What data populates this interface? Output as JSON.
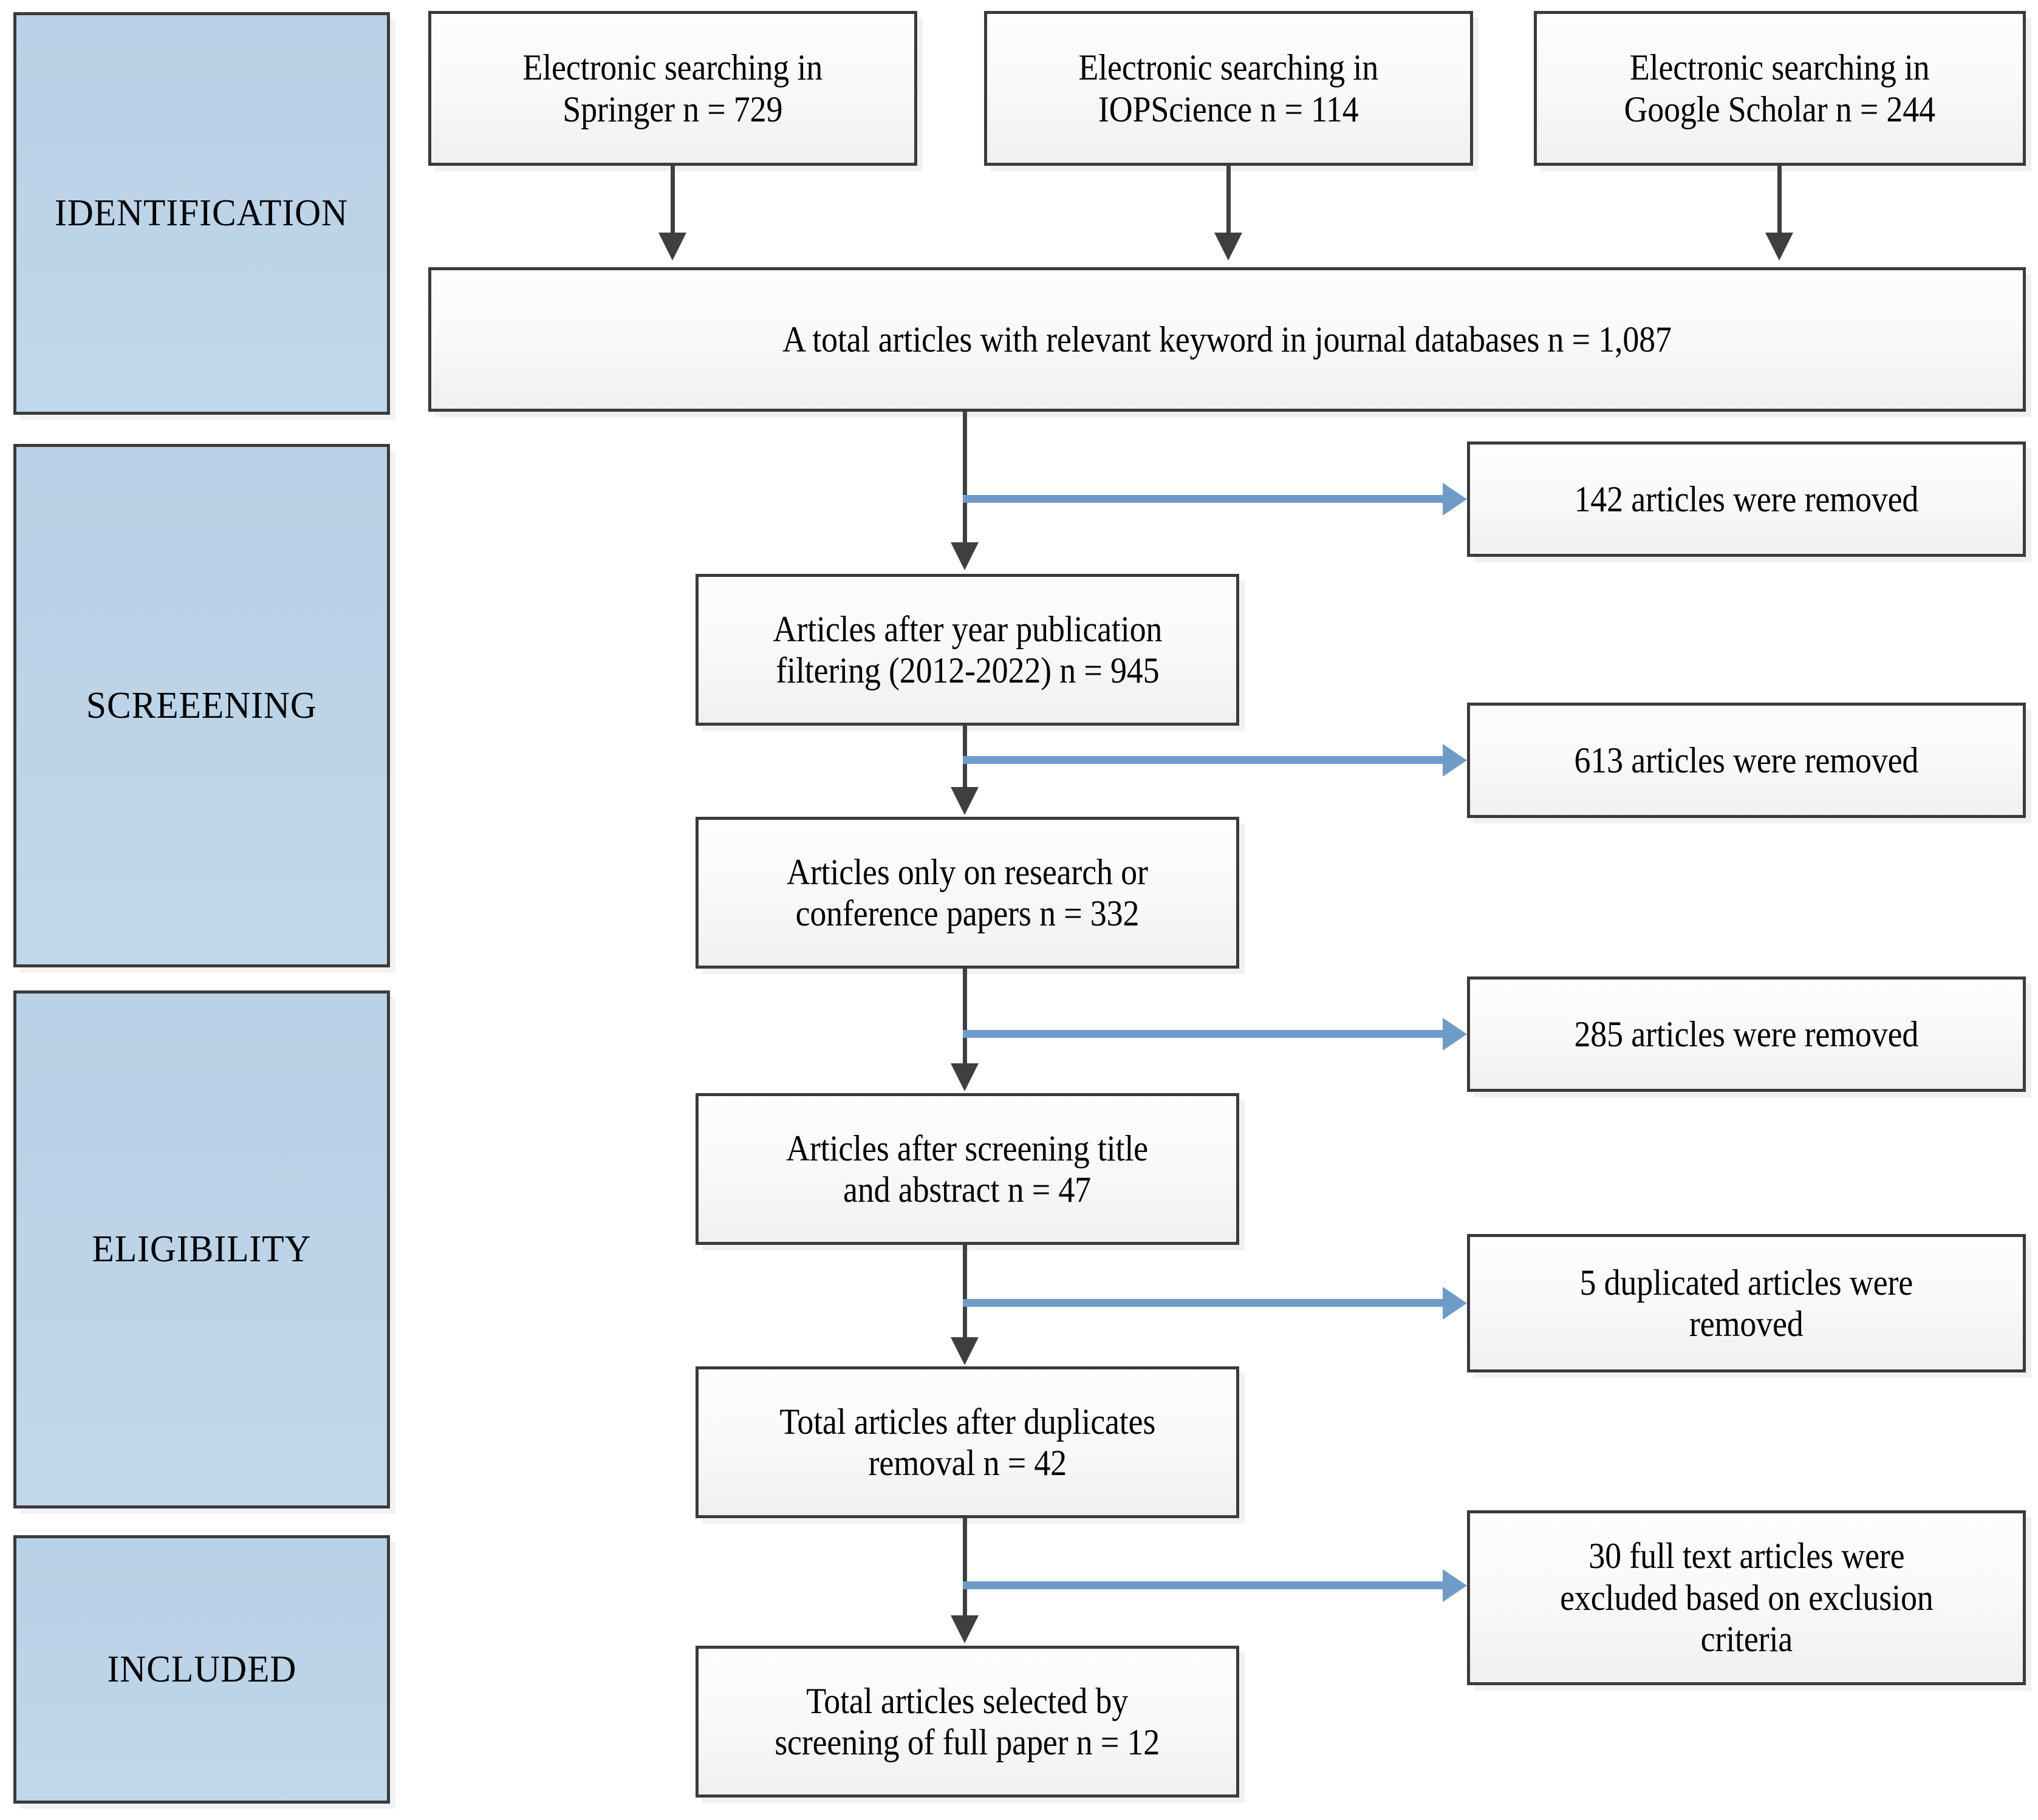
{
  "diagram": {
    "type": "prisma-flow-diagram",
    "colors": {
      "stage_fill": "#bcd3e8",
      "box_fill": "#fafafa",
      "box_border": "#3b3b3b",
      "down_arrow": "#3f3f3f",
      "branch_arrow": "#6f9bc8"
    },
    "stages": [
      {
        "id": "identification",
        "label": "IDENTIFICATION"
      },
      {
        "id": "screeening",
        "label": "SCREEENING"
      },
      {
        "id": "eligibility",
        "label": "ELIGIBILITY"
      },
      {
        "id": "included",
        "label": "INCLUDED"
      }
    ],
    "sources": [
      {
        "id": "springer",
        "line1": "Electronic searching in",
        "line2": "Springer n = 729"
      },
      {
        "id": "iopscience",
        "line1": "Electronic searching in",
        "line2": "IOPScience n = 114"
      },
      {
        "id": "google-scholar",
        "line1": "Electronic searching in",
        "line2": "Google Scholar n = 244"
      }
    ],
    "total": {
      "id": "total-articles",
      "text": "A total articles with relevant keyword in journal databases n = 1,087"
    },
    "flow": [
      {
        "id": "year-filter",
        "line1": "Articles after year publication",
        "line2": "filtering (2012-2022) n = 945"
      },
      {
        "id": "research-conference",
        "line1": "Articles only on research or",
        "line2": "conference papers n = 332"
      },
      {
        "id": "title-abstract",
        "line1": "Articles after screening title",
        "line2": "and abstract n = 47"
      },
      {
        "id": "duplicates-removed",
        "line1": "Total articles after duplicates",
        "line2": "removal n = 42"
      },
      {
        "id": "final-selected",
        "line1": "Total articles selected by",
        "line2": "screening of full paper n = 12"
      }
    ],
    "exclusions": [
      {
        "id": "removed-142",
        "line1": "142 articles were removed",
        "line2": "",
        "line3": ""
      },
      {
        "id": "removed-613",
        "line1": "613 articles were removed",
        "line2": "",
        "line3": ""
      },
      {
        "id": "removed-285",
        "line1": "285 articles were removed",
        "line2": "",
        "line3": ""
      },
      {
        "id": "removed-5-duplicates",
        "line1": "5 duplicated articles were",
        "line2": "removed",
        "line3": ""
      },
      {
        "id": "excluded-30-fulltext",
        "line1": "30 full text articles were",
        "line2": "excluded based on exclusion",
        "line3": "criteria"
      }
    ]
  }
}
